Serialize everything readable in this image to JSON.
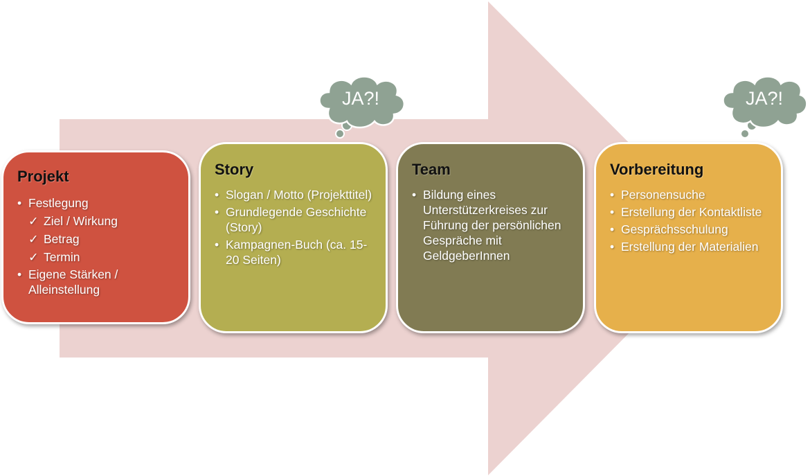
{
  "colors": {
    "arrow": "#ecd2d0",
    "projekt": "#cf5240",
    "story": "#b4ae51",
    "team": "#817b53",
    "vorbereitung": "#e6b04b",
    "cloud": "#8fa293"
  },
  "steps": [
    {
      "title": "Projekt",
      "items": [
        {
          "text": "Festlegung",
          "type": "bullet"
        },
        {
          "text": "Ziel / Wirkung",
          "type": "check"
        },
        {
          "text": "Betrag",
          "type": "check"
        },
        {
          "text": "Termin",
          "type": "check"
        },
        {
          "text": "Eigene Stärken / Alleinstellung",
          "type": "bullet"
        }
      ]
    },
    {
      "title": "Story",
      "items": [
        {
          "text": "Slogan / Motto (Projekttitel)",
          "type": "bullet"
        },
        {
          "text": "Grundlegende Geschichte (Story)",
          "type": "bullet"
        },
        {
          "text": "Kampagnen-Buch (ca. 15-20 Seiten)",
          "type": "bullet"
        }
      ]
    },
    {
      "title": "Team",
      "items": [
        {
          "text": "Bildung eines Unterstützerkreises zur Führung der persönlichen Gespräche mit GeldgeberInnen",
          "type": "bullet"
        }
      ]
    },
    {
      "title": "Vorbereitung",
      "items": [
        {
          "text": "Personensuche",
          "type": "bullet"
        },
        {
          "text": "Erstellung der Kontaktliste",
          "type": "bullet"
        },
        {
          "text": "Gesprächsschulung",
          "type": "bullet"
        },
        {
          "text": "Erstellung der Materialien",
          "type": "bullet"
        }
      ]
    }
  ],
  "clouds": [
    {
      "label": "JA?!"
    },
    {
      "label": "JA?!"
    }
  ]
}
